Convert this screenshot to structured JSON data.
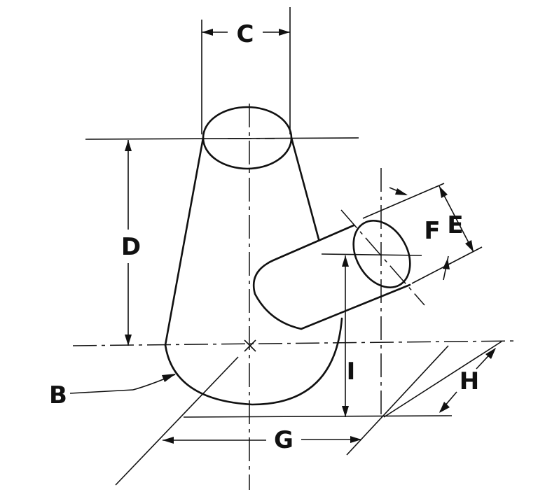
{
  "labels": {
    "B": "B",
    "C": "C",
    "D": "D",
    "E": "E",
    "F": "F",
    "G": "G",
    "H": "H",
    "I": "I"
  },
  "colors": {
    "ink": "#111111",
    "paper": "#ffffff"
  }
}
